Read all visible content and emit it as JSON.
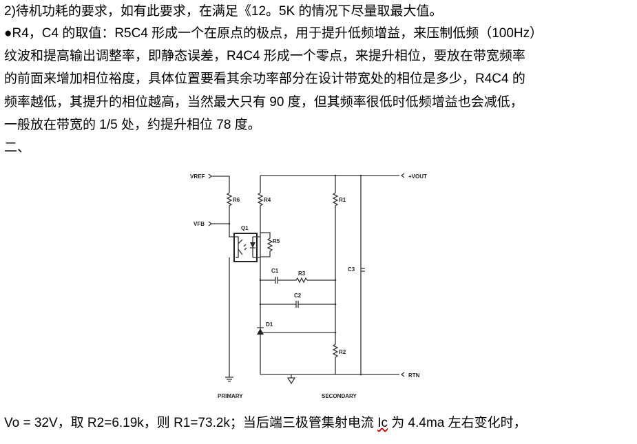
{
  "paragraphs": [
    "2)待机功耗的要求，如有此要求，在满足《12。5K 的情况下尽量取最大值。",
    "●R4，C4 的取值：R5C4 形成一个在原点的极点，用于提升低频增益，来压制低频（100Hz）",
    "纹波和提高输出调整率，即静态误差，R4C4 形成一个零点，来提升相位，要放在带宽频率",
    "的前面来增加相位裕度，具体位置要看其余功率部分在设计带宽处的相位是多少，R4C4 的",
    "频率越低，其提升的相位越高，当然最大只有 90 度，但其频率很低时低频增益也会减低，",
    "一般放在带宽的 1/5 处，约提升相位 78 度。",
    "二、"
  ],
  "circuit": {
    "vref": "VREF",
    "vfb": "VFB",
    "vout": "+VOUT",
    "rtn": "RTN",
    "r6": "R6",
    "r4": "R4",
    "r1": "R1",
    "r5": "R5",
    "r3": "R3",
    "r2": "R2",
    "c1": "C1",
    "c2": "C2",
    "c3": "C3",
    "q1": "Q1",
    "d1": "D1",
    "primary": "PRIMARY",
    "secondary": "SECONDARY"
  },
  "last_line": {
    "before": "Vo = 32V，取 R2=6.19k，则 R1=73.2k；当后端三极管集射电流 ",
    "ic": "Ic",
    "after": " 为 4.4ma 左右变化时，"
  }
}
